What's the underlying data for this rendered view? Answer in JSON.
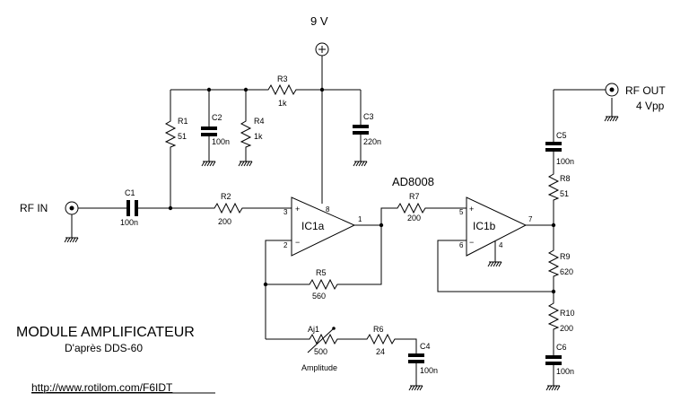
{
  "supply": {
    "label": "9 V",
    "connector_symbol": "⊕"
  },
  "inputs": {
    "rf_in": "RF IN"
  },
  "outputs": {
    "rf_out": "RF OUT",
    "rf_out_level": "4 Vpp"
  },
  "chip": {
    "name": "AD8008"
  },
  "opamps": [
    {
      "label": "IC1a",
      "plus": "+",
      "minus": "−",
      "pin_plus": "3",
      "pin_minus": "2",
      "pin_out": "1",
      "pin_vcc": "8"
    },
    {
      "label": "IC1b",
      "plus": "+",
      "minus": "−",
      "pin_plus": "5",
      "pin_minus": "6",
      "pin_out": "7",
      "pin_gnd": "4"
    }
  ],
  "components": {
    "C1": {
      "name": "C1",
      "value": "100n"
    },
    "C2": {
      "name": "C2",
      "value": "100n"
    },
    "C3": {
      "name": "C3",
      "value": "220n"
    },
    "C4": {
      "name": "C4",
      "value": "100n"
    },
    "C5": {
      "name": "C5",
      "value": "100n"
    },
    "C6": {
      "name": "C6",
      "value": "100n"
    },
    "R1": {
      "name": "R1",
      "value": "51"
    },
    "R2": {
      "name": "R2",
      "value": "200"
    },
    "R3": {
      "name": "R3",
      "value": "1k"
    },
    "R4": {
      "name": "R4",
      "value": "1k"
    },
    "R5": {
      "name": "R5",
      "value": "560"
    },
    "R6": {
      "name": "R6",
      "value": "24"
    },
    "R7": {
      "name": "R7",
      "value": "200"
    },
    "R8": {
      "name": "R8",
      "value": "51"
    },
    "R9": {
      "name": "R9",
      "value": "620"
    },
    "R10": {
      "name": "R10",
      "value": "200"
    },
    "AJ1": {
      "name": "Aj1",
      "value": "500",
      "caption": "Amplitude"
    }
  },
  "title": {
    "main": "MODULE AMPLIFICATEUR",
    "sub": "D'après DDS-60"
  },
  "url": "http://www.rotilom.com/F6IDT"
}
